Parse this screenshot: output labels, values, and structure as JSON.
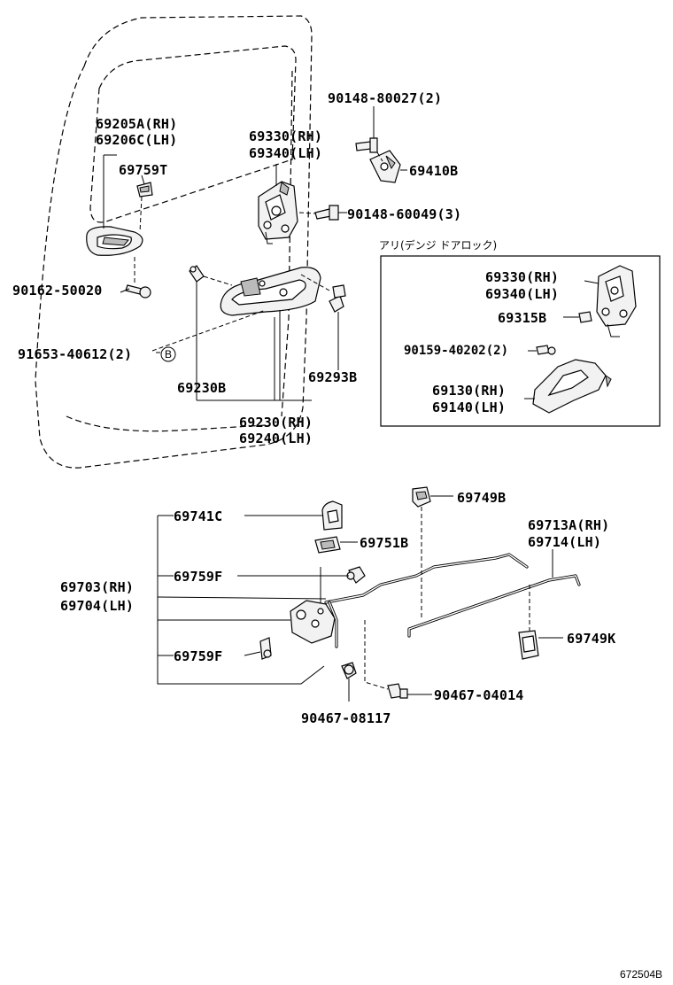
{
  "labels": {
    "p90148_80027": "90148-80027(2)",
    "p69205a": "69205A(RH)",
    "p69206c": "69206C(LH)",
    "p69330_top": "69330(RH)",
    "p69340_top": "69340(LH)",
    "p69410b": "69410B",
    "p69759t": "69759T",
    "p90148_60049": "90148-60049(3)",
    "p90162_50020": "90162-50020",
    "p91653_40612": "91653-40612(2)",
    "b_marker": "B",
    "p69230b": "69230B",
    "p69293b": "69293B",
    "p69230rh": "69230(RH)",
    "p69240lh": "69240(LH)",
    "box_note": "アリ(デンジ ドアロック)",
    "box_69330": "69330(RH)",
    "box_69340": "69340(LH)",
    "box_69315b": "69315B",
    "box_90159": "90159-40202(2)",
    "box_69130": "69130(RH)",
    "box_69140": "69140(LH)",
    "p69749b": "69749B",
    "p69741c": "69741C",
    "p69713a": "69713A(RH)",
    "p69714": "69714(LH)",
    "p69751b": "69751B",
    "p69759f_1": "69759F",
    "p69703": "69703(RH)",
    "p69704": "69704(LH)",
    "p69749k": "69749K",
    "p69759f_2": "69759F",
    "p90467_04014": "90467-04014",
    "p90467_08117": "90467-08117",
    "diagram_code": "672504B"
  }
}
